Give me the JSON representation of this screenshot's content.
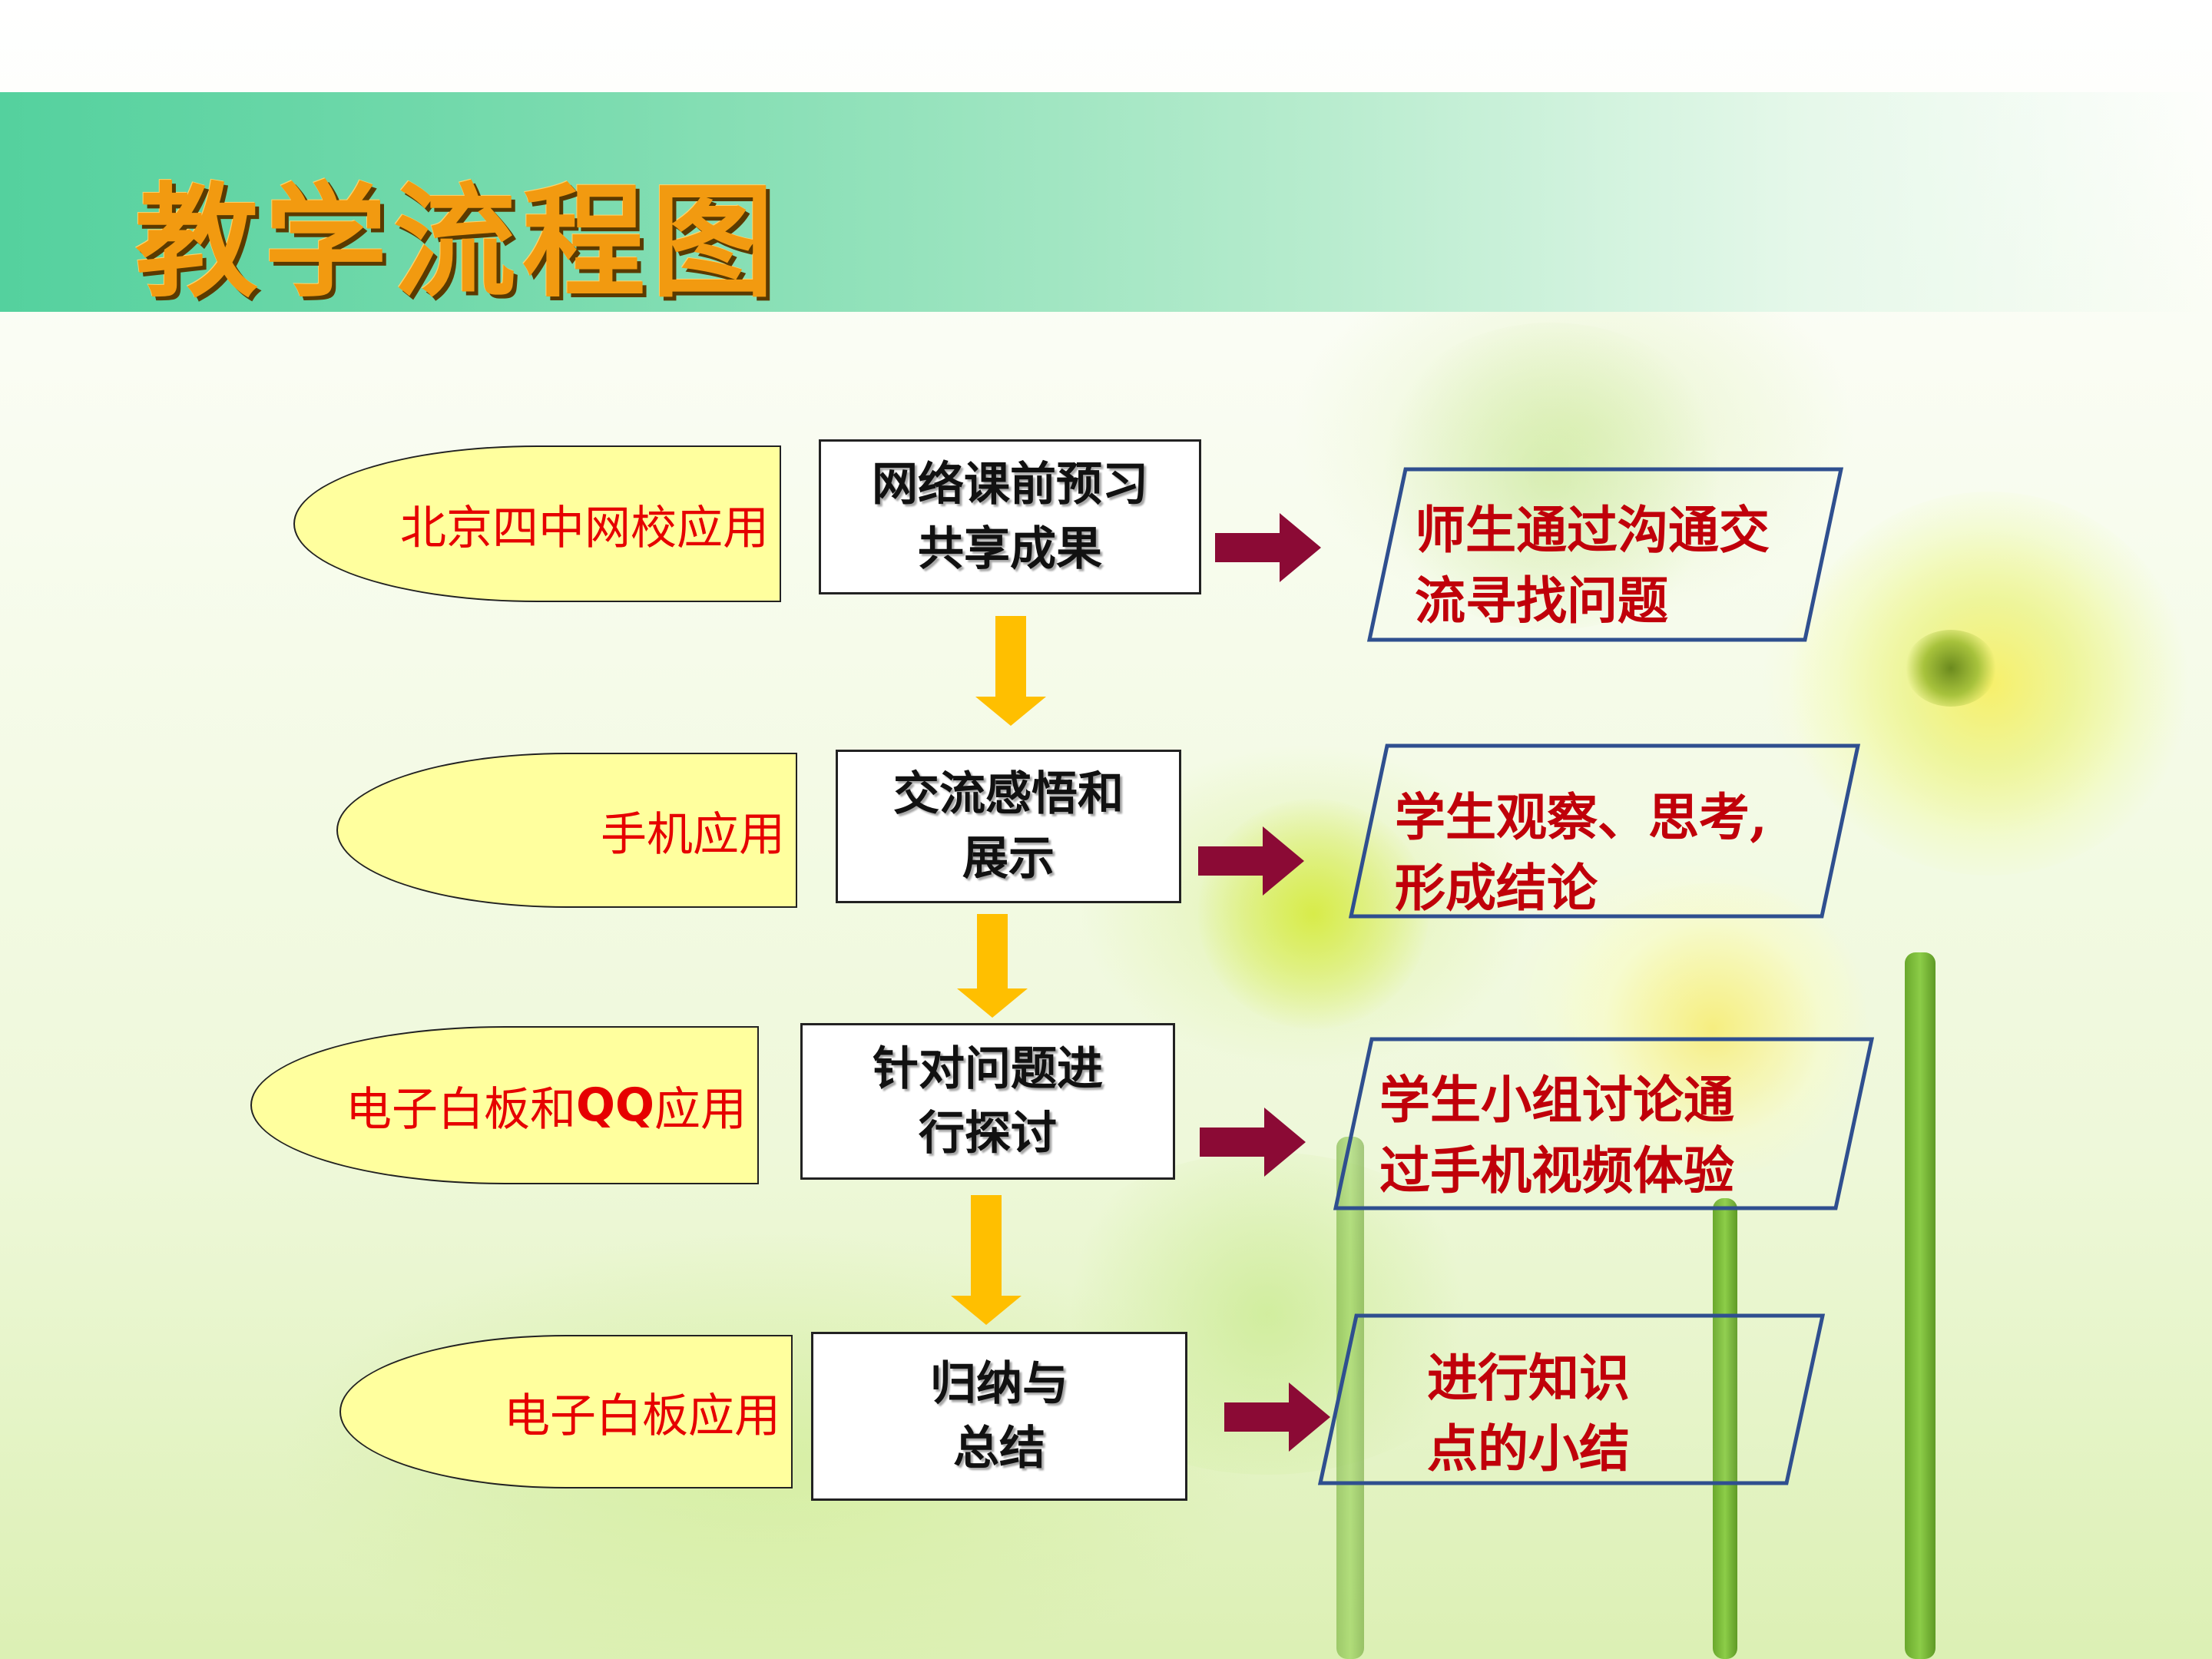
{
  "title": "教学流程图",
  "rows": [
    {
      "tool_parts": [
        {
          "text": "北京四中网校应用",
          "bold": false
        }
      ],
      "step_lines": [
        "网络课前预习",
        "共享成果"
      ],
      "outcome_lines": [
        "师生通过沟通交",
        "流寻找问题"
      ]
    },
    {
      "tool_parts": [
        {
          "text": "手机应用",
          "bold": false
        }
      ],
      "step_lines": [
        "交流感悟和",
        "展示"
      ],
      "outcome_lines": [
        "学生观察、思考,",
        "形成结论"
      ]
    },
    {
      "tool_parts": [
        {
          "text": "电子白板和",
          "bold": false
        },
        {
          "text": "QQ",
          "bold": true
        },
        {
          "text": "应用",
          "bold": false
        }
      ],
      "step_lines": [
        "针对问题进",
        "行探讨"
      ],
      "outcome_lines": [
        "学生小组讨论通",
        "过手机视频体验"
      ]
    },
    {
      "tool_parts": [
        {
          "text": "电子白板应用",
          "bold": false
        }
      ],
      "step_lines": [
        "归纳与",
        "总结"
      ],
      "outcome_lines": [
        "进行知识",
        "点的小结"
      ]
    }
  ],
  "colors": {
    "title_text": "#f29a10",
    "title_band": "#54d19e",
    "tool_fill": "#ffff9e",
    "tool_text": "#e60000",
    "outcome_text": "#c0000a",
    "outcome_border": "#2f4f8f",
    "right_arrow": "#8b0a35",
    "down_arrow": "#ffbf00"
  }
}
